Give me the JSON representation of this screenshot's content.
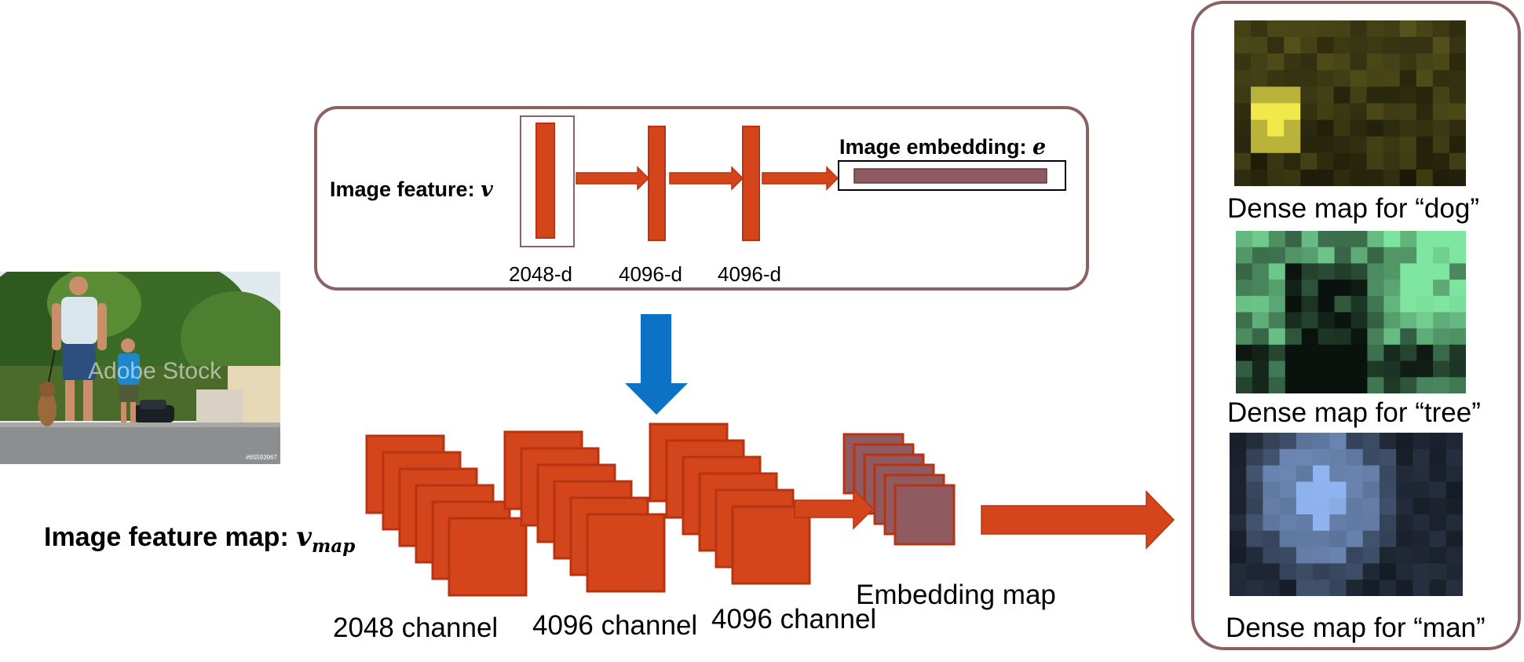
{
  "top_panel": {
    "input_label": "Image feature: ",
    "input_symbol": "v",
    "output_label": "Image embedding: ",
    "output_symbol": "e",
    "dims": [
      "2048-d",
      "4096-d",
      "4096-d"
    ]
  },
  "bottom": {
    "map_label": "Image feature map: ",
    "map_symbol": "v",
    "map_subscript": "map",
    "stacks": [
      "2048 channel",
      "4096 channel",
      "4096 channel"
    ],
    "embedding_map_label": "Embedding map"
  },
  "photo": {
    "watermark": "Adobe Stock",
    "stock_id": "#65593967"
  },
  "dense_maps": [
    {
      "label": "Dense map for “dog”",
      "color": "#f1e84c"
    },
    {
      "label": "Dense map for “tree”",
      "color": "#7ee6a0"
    },
    {
      "label": "Dense map for “man”",
      "color": "#8fb4f0"
    }
  ],
  "colors": {
    "layer": "#d5451c",
    "layer_edge": "#b8330f",
    "embedding": "#8f5b60",
    "panel_border": "#8c6163",
    "down_arrow": "#0b72c6"
  }
}
